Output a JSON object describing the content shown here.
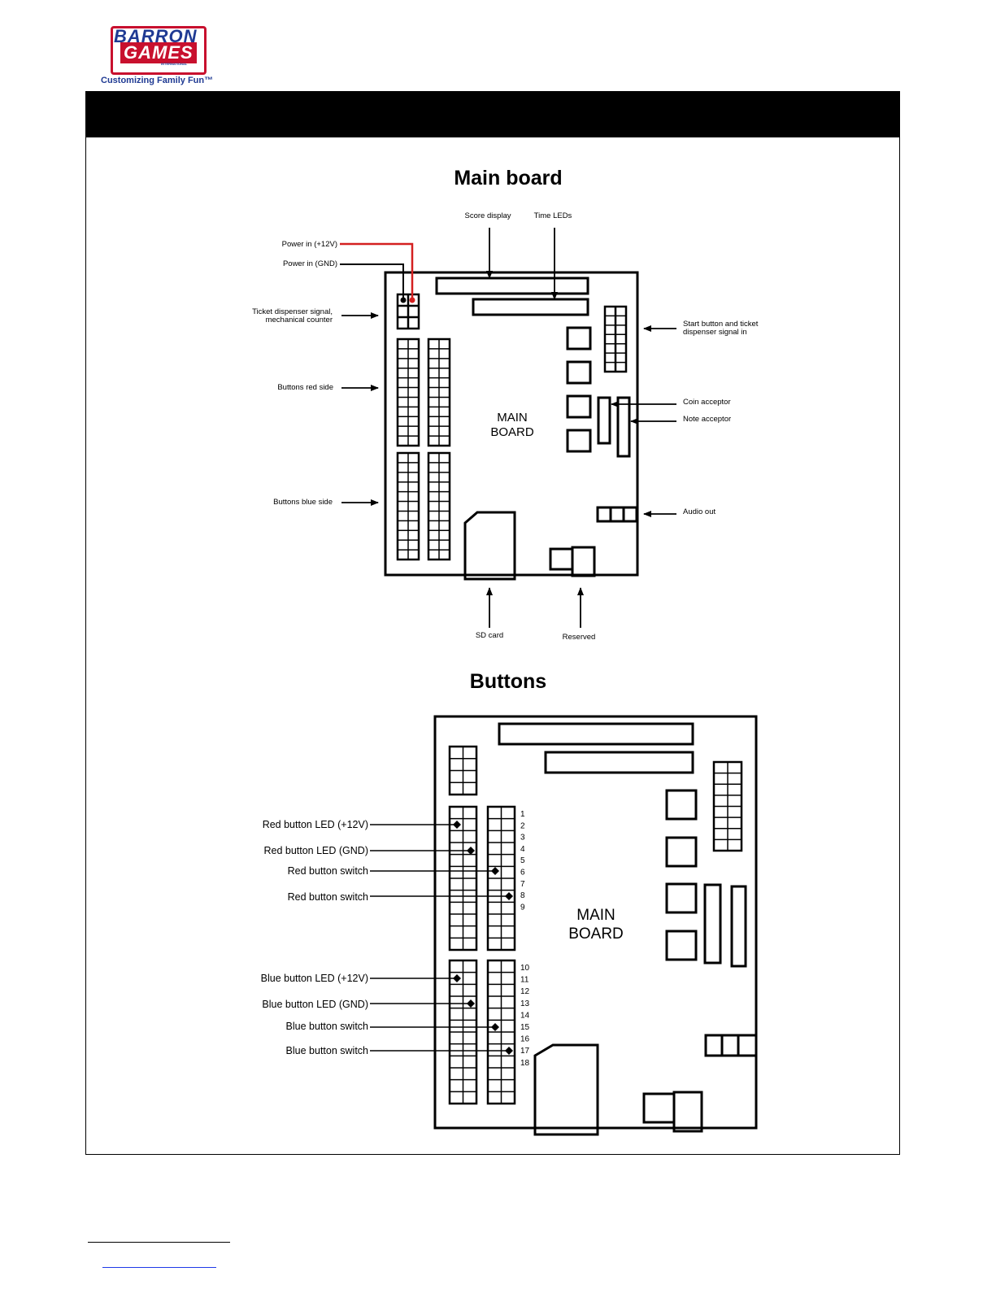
{
  "logo": {
    "line1": "BARRON",
    "line2": "GAMES",
    "line3": "INTERNATIONAL",
    "tagline": "Customizing Family Fun™"
  },
  "main_board": {
    "title": "Main board",
    "board_label_1": "MAIN",
    "board_label_2": "BOARD",
    "callouts": {
      "power_12v": "Power in (+12V)",
      "power_gnd": "Power in (GND)",
      "ticket_1": "Ticket dispenser signal,",
      "ticket_2": "mechanical counter",
      "buttons_red": "Buttons red side",
      "buttons_blue": "Buttons blue side",
      "score_display": "Score display",
      "time_leds": "Time LEDs",
      "start_1": "Start button and ticket",
      "start_2": "dispenser signal in",
      "coin": "Coin acceptor",
      "note": "Note acceptor",
      "audio": "Audio out",
      "sd": "SD card",
      "reserved": "Reserved"
    }
  },
  "buttons": {
    "title": "Buttons",
    "board_label_1": "MAIN",
    "board_label_2": "BOARD",
    "red_labels": [
      "Red button LED (+12V)",
      "Red button LED (GND)",
      "Red button switch",
      "Red button switch"
    ],
    "blue_labels": [
      "Blue button LED (+12V)",
      "Blue button LED (GND)",
      "Blue button switch",
      "Blue button switch"
    ],
    "pins_red": [
      "1",
      "2",
      "3",
      "4",
      "5",
      "6",
      "7",
      "8",
      "9"
    ],
    "pins_blue": [
      "10",
      "11",
      "12",
      "13",
      "14",
      "15",
      "16",
      "17",
      "18"
    ]
  },
  "colors": {
    "power_wire": "#d42020",
    "brand_red": "#c8102e",
    "brand_blue": "#1f3a93"
  }
}
